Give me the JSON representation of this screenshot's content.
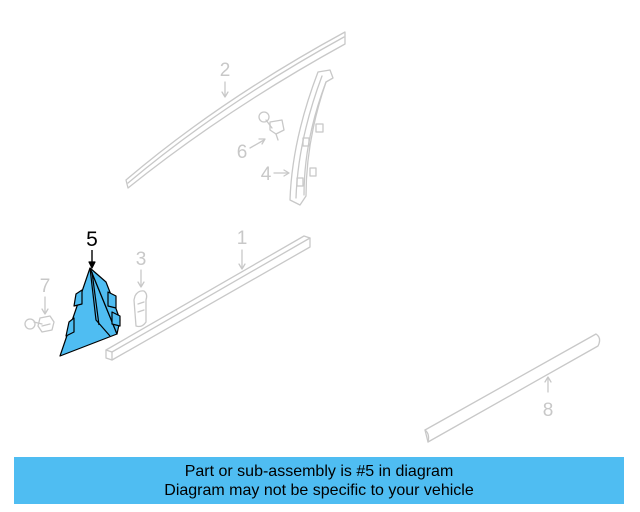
{
  "diagram": {
    "highlighted_part": "5",
    "colors": {
      "highlight_fill": "#4fbdf2",
      "highlight_stroke": "#000000",
      "part_stroke": "#c8c8c8",
      "banner_bg": "#4fbdf2"
    },
    "callouts": [
      {
        "id": "1",
        "label": "1"
      },
      {
        "id": "2",
        "label": "2"
      },
      {
        "id": "3",
        "label": "3"
      },
      {
        "id": "4",
        "label": "4"
      },
      {
        "id": "5",
        "label": "5"
      },
      {
        "id": "6",
        "label": "6"
      },
      {
        "id": "7",
        "label": "7"
      },
      {
        "id": "8",
        "label": "8"
      }
    ]
  },
  "banner": {
    "line1": "Part or sub-assembly is #5 in diagram",
    "line2": "Diagram may not be specific to your vehicle"
  }
}
